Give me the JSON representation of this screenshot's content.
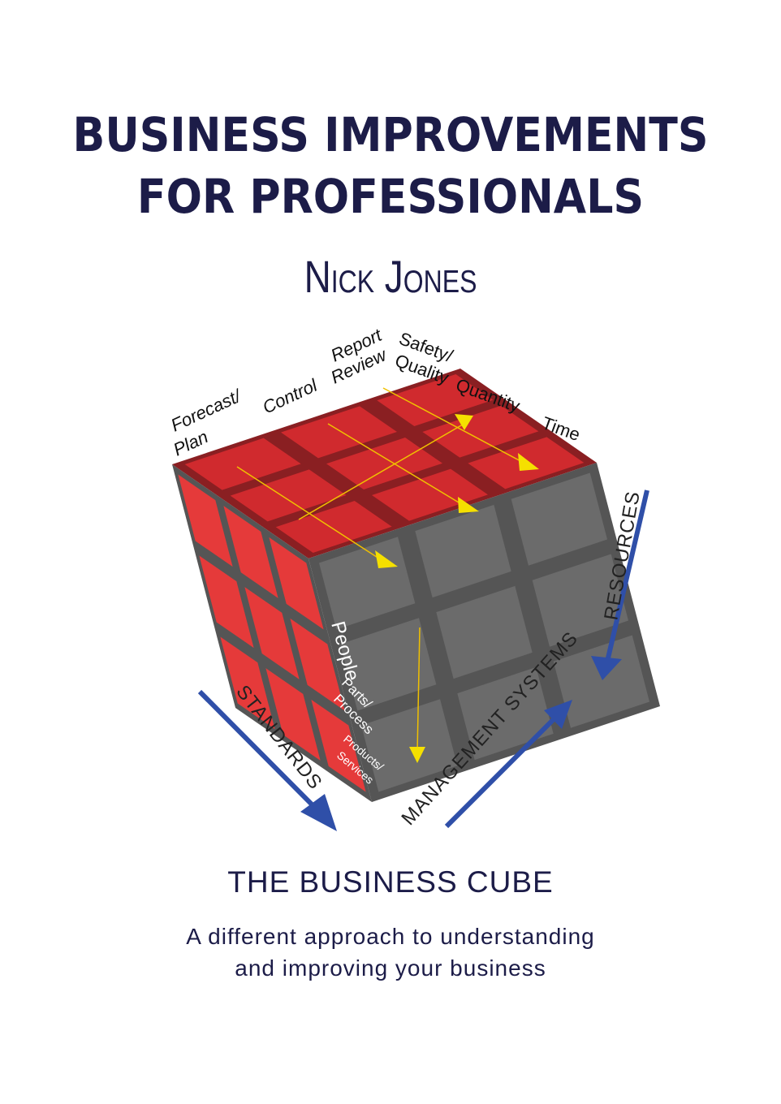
{
  "title_line1": "BUSINESS IMPROVEMENTS",
  "title_line2": "FOR PROFESSIONALS",
  "author": "Nick Jones",
  "cube": {
    "top_labels": [
      "Forecast/",
      "Plan",
      "Control",
      "Report",
      "Review",
      "Safety/",
      "Quality",
      "Quantity",
      "Time"
    ],
    "face_labels": [
      "People",
      "Parts/",
      "Process",
      "Products/",
      "Services"
    ],
    "axes": {
      "standards": "STANDARDS",
      "management": "MANAGEMENT SYSTEMS",
      "resources": "RESOURCES"
    },
    "colors": {
      "red": "#e53a3a",
      "top_red": "#d02a2e",
      "gray": "#6b6b6b",
      "arrow_blue": "#2f4fa8",
      "arrow_yellow": "#f5e000"
    }
  },
  "subtitle": "THE BUSINESS CUBE",
  "tagline_line1": "A different approach to understanding",
  "tagline_line2": "and improving your business"
}
